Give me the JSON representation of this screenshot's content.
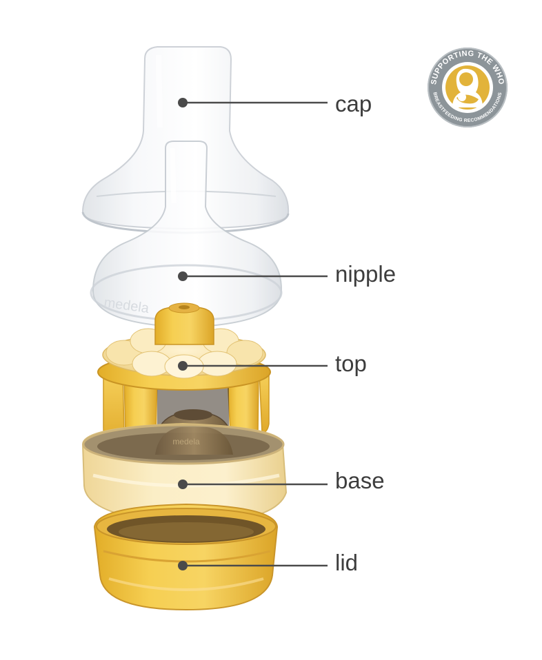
{
  "diagram": {
    "parts": [
      {
        "id": "cap",
        "label": "cap"
      },
      {
        "id": "nipple",
        "label": "nipple"
      },
      {
        "id": "top",
        "label": "top"
      },
      {
        "id": "base",
        "label": "base"
      },
      {
        "id": "lid",
        "label": "lid"
      }
    ],
    "brand_mark": "medela",
    "colors": {
      "callout_line": "#4a4a4a",
      "label_text": "#3d3d3d",
      "clear_plastic": "#e9ecef",
      "yellow_plastic": "#f3c943",
      "cream_plastic": "#f7e6b4",
      "valve_brown": "#8a7152",
      "badge_gray": "#8c9499",
      "badge_gold": "#e2b33a"
    }
  },
  "badge": {
    "text_top": "SUPPORTING THE WHO",
    "text_bottom": "BREASTFEEDING RECOMMENDATIONS",
    "icon": "mother-nursing-icon"
  }
}
